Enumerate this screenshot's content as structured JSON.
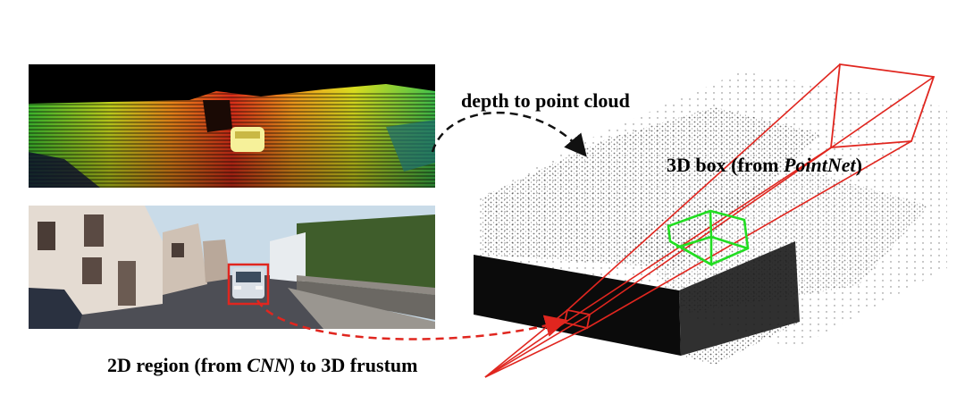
{
  "labels": {
    "depth_arrow": "depth to point cloud",
    "box_prefix": "3D box (from ",
    "box_source": "PointNet",
    "box_suffix": ")",
    "region_prefix": "2D region (from ",
    "region_source": "CNN",
    "region_suffix": ") to 3D frustum"
  },
  "colors": {
    "frustum": "#e0261f",
    "box3d": "#22dd22",
    "arrow_black": "#111111",
    "arrow_red": "#e0261f",
    "depth_bg": "#000000"
  }
}
